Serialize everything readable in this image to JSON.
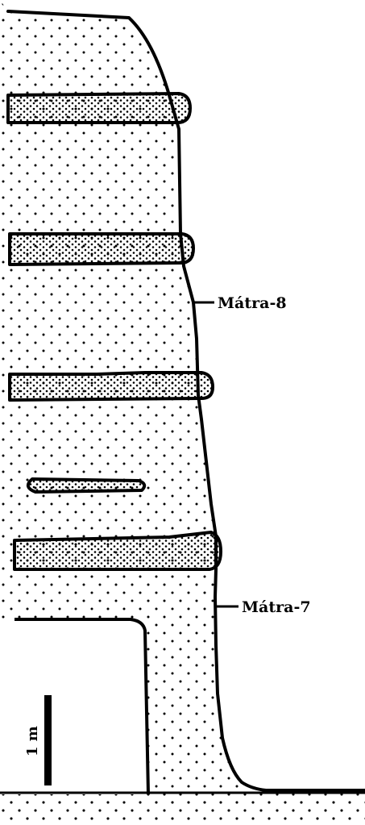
{
  "diagram": {
    "samples": [
      {
        "id": "matra-8",
        "label": "Mátra-8"
      },
      {
        "id": "matra-7",
        "label": "Mátra-7"
      }
    ],
    "scale_bar": {
      "label": "1 m"
    },
    "colors": {
      "ink": "#000000",
      "background": "#ffffff"
    }
  }
}
